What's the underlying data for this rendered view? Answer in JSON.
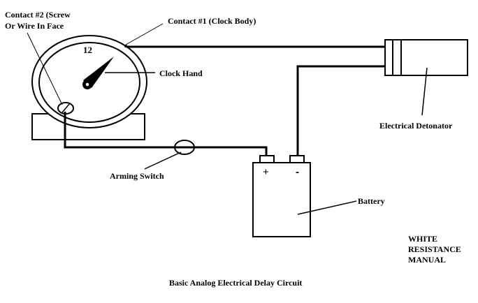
{
  "diagram": {
    "title": "Basic Analog Electrical Delay Circuit",
    "watermark": [
      "WHITE",
      "RESISTANCE",
      "MANUAL"
    ],
    "clock": {
      "numeral": "12"
    },
    "labels": {
      "contact2_line1": "Contact #2 (Screw",
      "contact2_line2": "Or Wire In Face",
      "contact1": "Contact #1 (Clock Body)",
      "clock_hand": "Clock Hand",
      "detonator": "Electrical Detonator",
      "arming_switch": "Arming Switch",
      "battery": "Battery"
    },
    "battery": {
      "positive_symbol": "+",
      "negative_symbol": "-"
    },
    "colors": {
      "line": "#000000",
      "background": "#ffffff"
    }
  }
}
